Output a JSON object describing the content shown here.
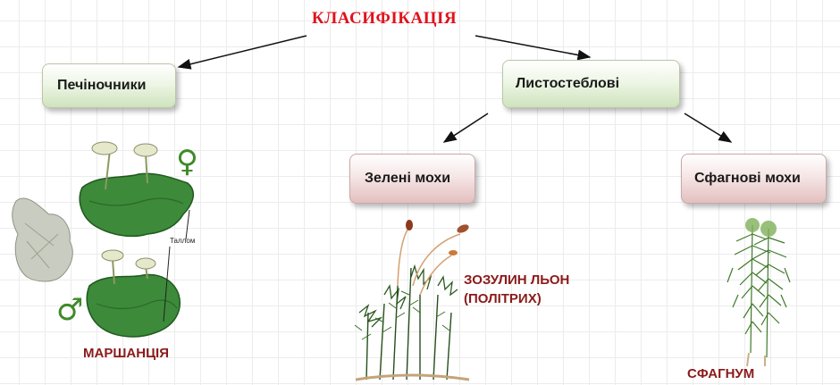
{
  "diagram": {
    "title": "КЛАСИФІКАЦІЯ",
    "nodes": {
      "liverworts": "Печіночники",
      "leafy": "Листостеблові",
      "green_mosses": "Зелені мохи",
      "sphagnum_mosses": "Сфагнові мохи"
    },
    "examples": {
      "marchantia": "МАРШАНЦІЯ",
      "polytrichum_line1": "ЗОЗУЛИН ЛЬОН",
      "polytrichum_line2": "(ПОЛІТРИХ)",
      "sphagnum": "СФАГНУМ"
    },
    "marchantia_annotations": {
      "thallus": "Таллом",
      "female_symbol": "♀",
      "male_symbol": "♂"
    },
    "colors": {
      "title": "#e0121b",
      "example_labels": "#8b1a1a",
      "top_level_boxes": "#cfe3bd",
      "lower_level_boxes": "#e3bfbf",
      "plant_green": "#2f6b2a",
      "moss_capsule": "#a0522d"
    }
  }
}
